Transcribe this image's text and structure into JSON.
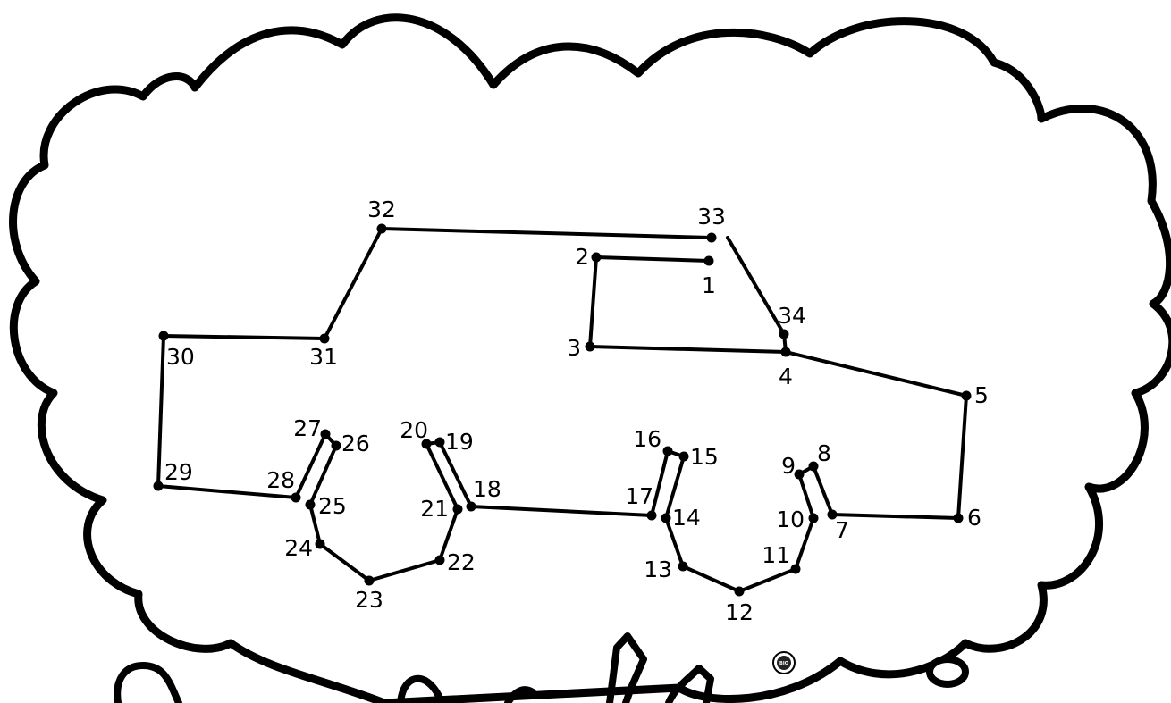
{
  "puzzle": {
    "type": "connect-the-dots",
    "ink_color": "#000000",
    "background_color": "#ffffff",
    "dots": [
      {
        "n": "1"
      },
      {
        "n": "2"
      },
      {
        "n": "3"
      },
      {
        "n": "4"
      },
      {
        "n": "5"
      },
      {
        "n": "6"
      },
      {
        "n": "7"
      },
      {
        "n": "8"
      },
      {
        "n": "9"
      },
      {
        "n": "10"
      },
      {
        "n": "11"
      },
      {
        "n": "12"
      },
      {
        "n": "13"
      },
      {
        "n": "14"
      },
      {
        "n": "15"
      },
      {
        "n": "16"
      },
      {
        "n": "17"
      },
      {
        "n": "18"
      },
      {
        "n": "19"
      },
      {
        "n": "20"
      },
      {
        "n": "21"
      },
      {
        "n": "22"
      },
      {
        "n": "23"
      },
      {
        "n": "24"
      },
      {
        "n": "25"
      },
      {
        "n": "26"
      },
      {
        "n": "27"
      },
      {
        "n": "28"
      },
      {
        "n": "29"
      },
      {
        "n": "30"
      },
      {
        "n": "31"
      },
      {
        "n": "32"
      },
      {
        "n": "33"
      },
      {
        "n": "34"
      }
    ]
  },
  "seal": {
    "text": "BIO",
    "icon": "seal-logo-icon"
  }
}
